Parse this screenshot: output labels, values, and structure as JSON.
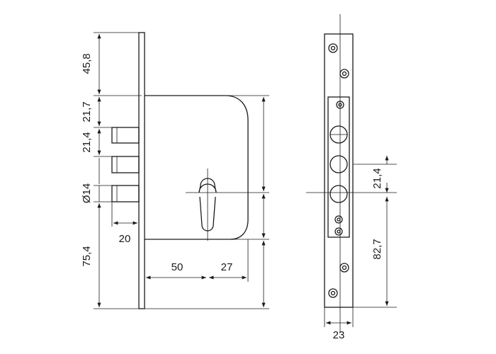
{
  "watermark": "",
  "side_view": {
    "labels": {
      "top_offset": "45,8",
      "upper_gap": "21,7",
      "bolt_spacing": "21,4",
      "bolt_diameter": "Ø14",
      "bolt_throw": "20",
      "bottom_offset": "75,4",
      "backset": "50",
      "cylinder_offset": "27"
    }
  },
  "front_view": {
    "labels": {
      "cylinder_spacing": "21,4",
      "cylinder_height": "82,7",
      "faceplate_width": "23"
    }
  }
}
